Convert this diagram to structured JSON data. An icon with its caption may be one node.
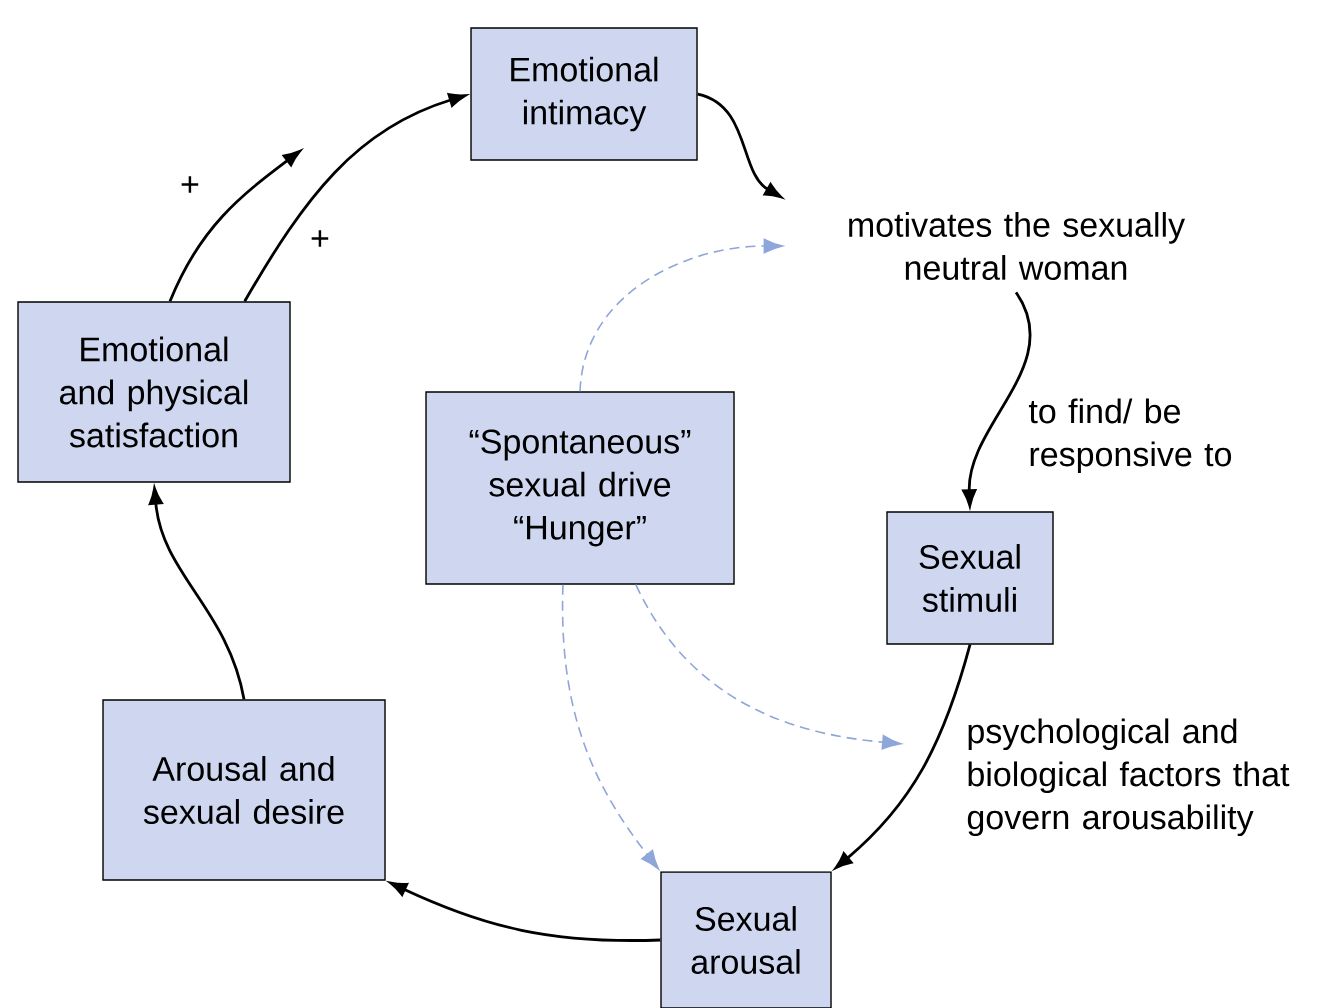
{
  "diagram": {
    "nodes": [
      {
        "text": [
          "Emotional intimacy"
        ]
      },
      {
        "text": [
          "motivates the sexually neutral woman"
        ]
      },
      {
        "text": [
          "Sexual stimuli"
        ]
      },
      {
        "text": [
          "Sexual arousal"
        ]
      },
      {
        "text": [
          "Arousal and sexual desire"
        ]
      },
      {
        "text": [
          "Emotional and physical satisfaction"
        ]
      },
      {
        "text": [
          "“Spontaneous” sexual drive “Hunger”"
        ]
      }
    ],
    "edges": [
      {
        "from": 0,
        "to": 1,
        "arrow": "to"
      },
      {
        "from": 1,
        "to": 2,
        "arrow": "to",
        "label": "to find/ be responsive to"
      },
      {
        "from": 2,
        "to": 3,
        "arrow": "to",
        "label": "psychological and biological factors that govern arousability"
      },
      {
        "from": 3,
        "to": 4,
        "arrow": "to"
      },
      {
        "from": 4,
        "to": 5,
        "arrow": "to"
      },
      {
        "from": 5,
        "to": 0,
        "arrow": "to",
        "label": "+"
      },
      {
        "from": 5,
        "to": null,
        "arrow": "to",
        "label": "+"
      },
      {
        "from": 6,
        "to": 1,
        "arrow": "to",
        "style": "dashed",
        "color": "#8fa6da"
      },
      {
        "from": 6,
        "to": null,
        "arrow": "to",
        "style": "dashed",
        "color": "#8fa6da"
      },
      {
        "from": 6,
        "to": 3,
        "arrow": "to",
        "style": "dashed",
        "color": "#8fa6da"
      }
    ]
  }
}
